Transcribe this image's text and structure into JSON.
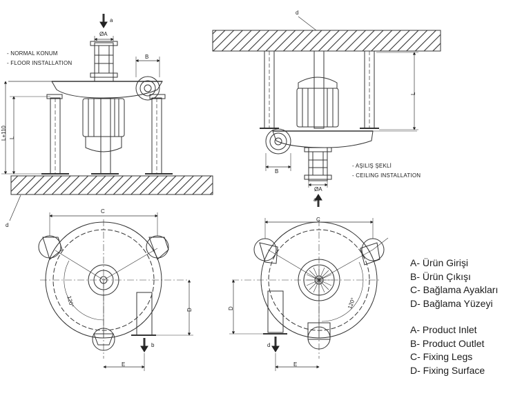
{
  "floor_view": {
    "notes": [
      "- NORMAL KONUM",
      "- FLOOR INSTALLATION"
    ],
    "dim_diameter": "ØA",
    "dim_outlet": "B",
    "dim_length": "L",
    "dim_length_total": "L+110",
    "label_inlet": "a",
    "label_surface": "d"
  },
  "ceiling_view": {
    "notes": [
      "- AŞILIŞ ŞEKLİ",
      "- CEILING INSTALLATION"
    ],
    "dim_diameter": "ØA",
    "dim_outlet": "B",
    "dim_length": "L",
    "label_inlet": "a",
    "label_surface": "d"
  },
  "plan_left": {
    "dim_c": "C",
    "dim_d": "D",
    "dim_e": "E",
    "angle": "120°",
    "label_b": "b"
  },
  "plan_right": {
    "dim_c": "C",
    "dim_d": "D",
    "dim_e": "E",
    "angle": "120°",
    "label_d": "d"
  },
  "legend_tr": [
    "A- Ürün Girişi",
    "B- Ürün Çıkışı",
    "C- Bağlama Ayakları",
    "D- Bağlama Yüzeyi"
  ],
  "legend_en": [
    "A- Product Inlet",
    "B- Product Outlet",
    "C- Fixing Legs",
    "D- Fixing Surface"
  ]
}
